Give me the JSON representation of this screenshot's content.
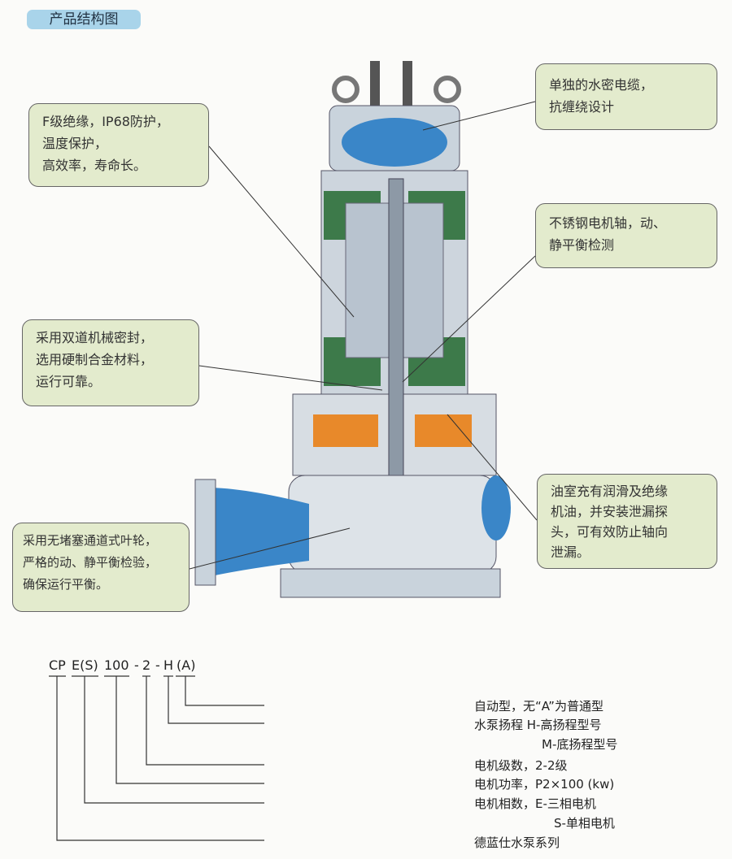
{
  "title": "产品结构图",
  "callouts": {
    "insulation": [
      "F级绝缘，IP68防护，",
      "温度保护，",
      "高效率，寿命长。"
    ],
    "cable": [
      "单独的水密电缆，",
      "抗缠绕设计"
    ],
    "shaft": [
      "不锈钢电机轴，动、",
      "静平衡检测"
    ],
    "seal": [
      "采用双道机械密封，",
      "选用硬制合金材料，",
      "运行可靠。"
    ],
    "oil": [
      "油室充有润滑及绝缘",
      "机油，并安装泄漏探",
      "头，可有效防止轴向",
      "泄漏。"
    ],
    "impeller": [
      "采用无堵塞通道式叶轮，",
      "严格的动、静平衡检验，",
      "确保运行平衡。"
    ]
  },
  "model_code": {
    "parts": [
      "CP",
      "E(S)",
      "100",
      "-",
      "2",
      "-",
      "H",
      "(A)"
    ],
    "labels": [
      "自动型，无“A”为普通型",
      "水泵扬程 H-高扬程型号",
      "M-底扬程型号",
      "电机级数，2-2级",
      "电机功率，P2×100 (kw)",
      "电机相数，E-三相电机",
      "S-单相电机",
      "德蓝仕水泵系列"
    ]
  }
}
